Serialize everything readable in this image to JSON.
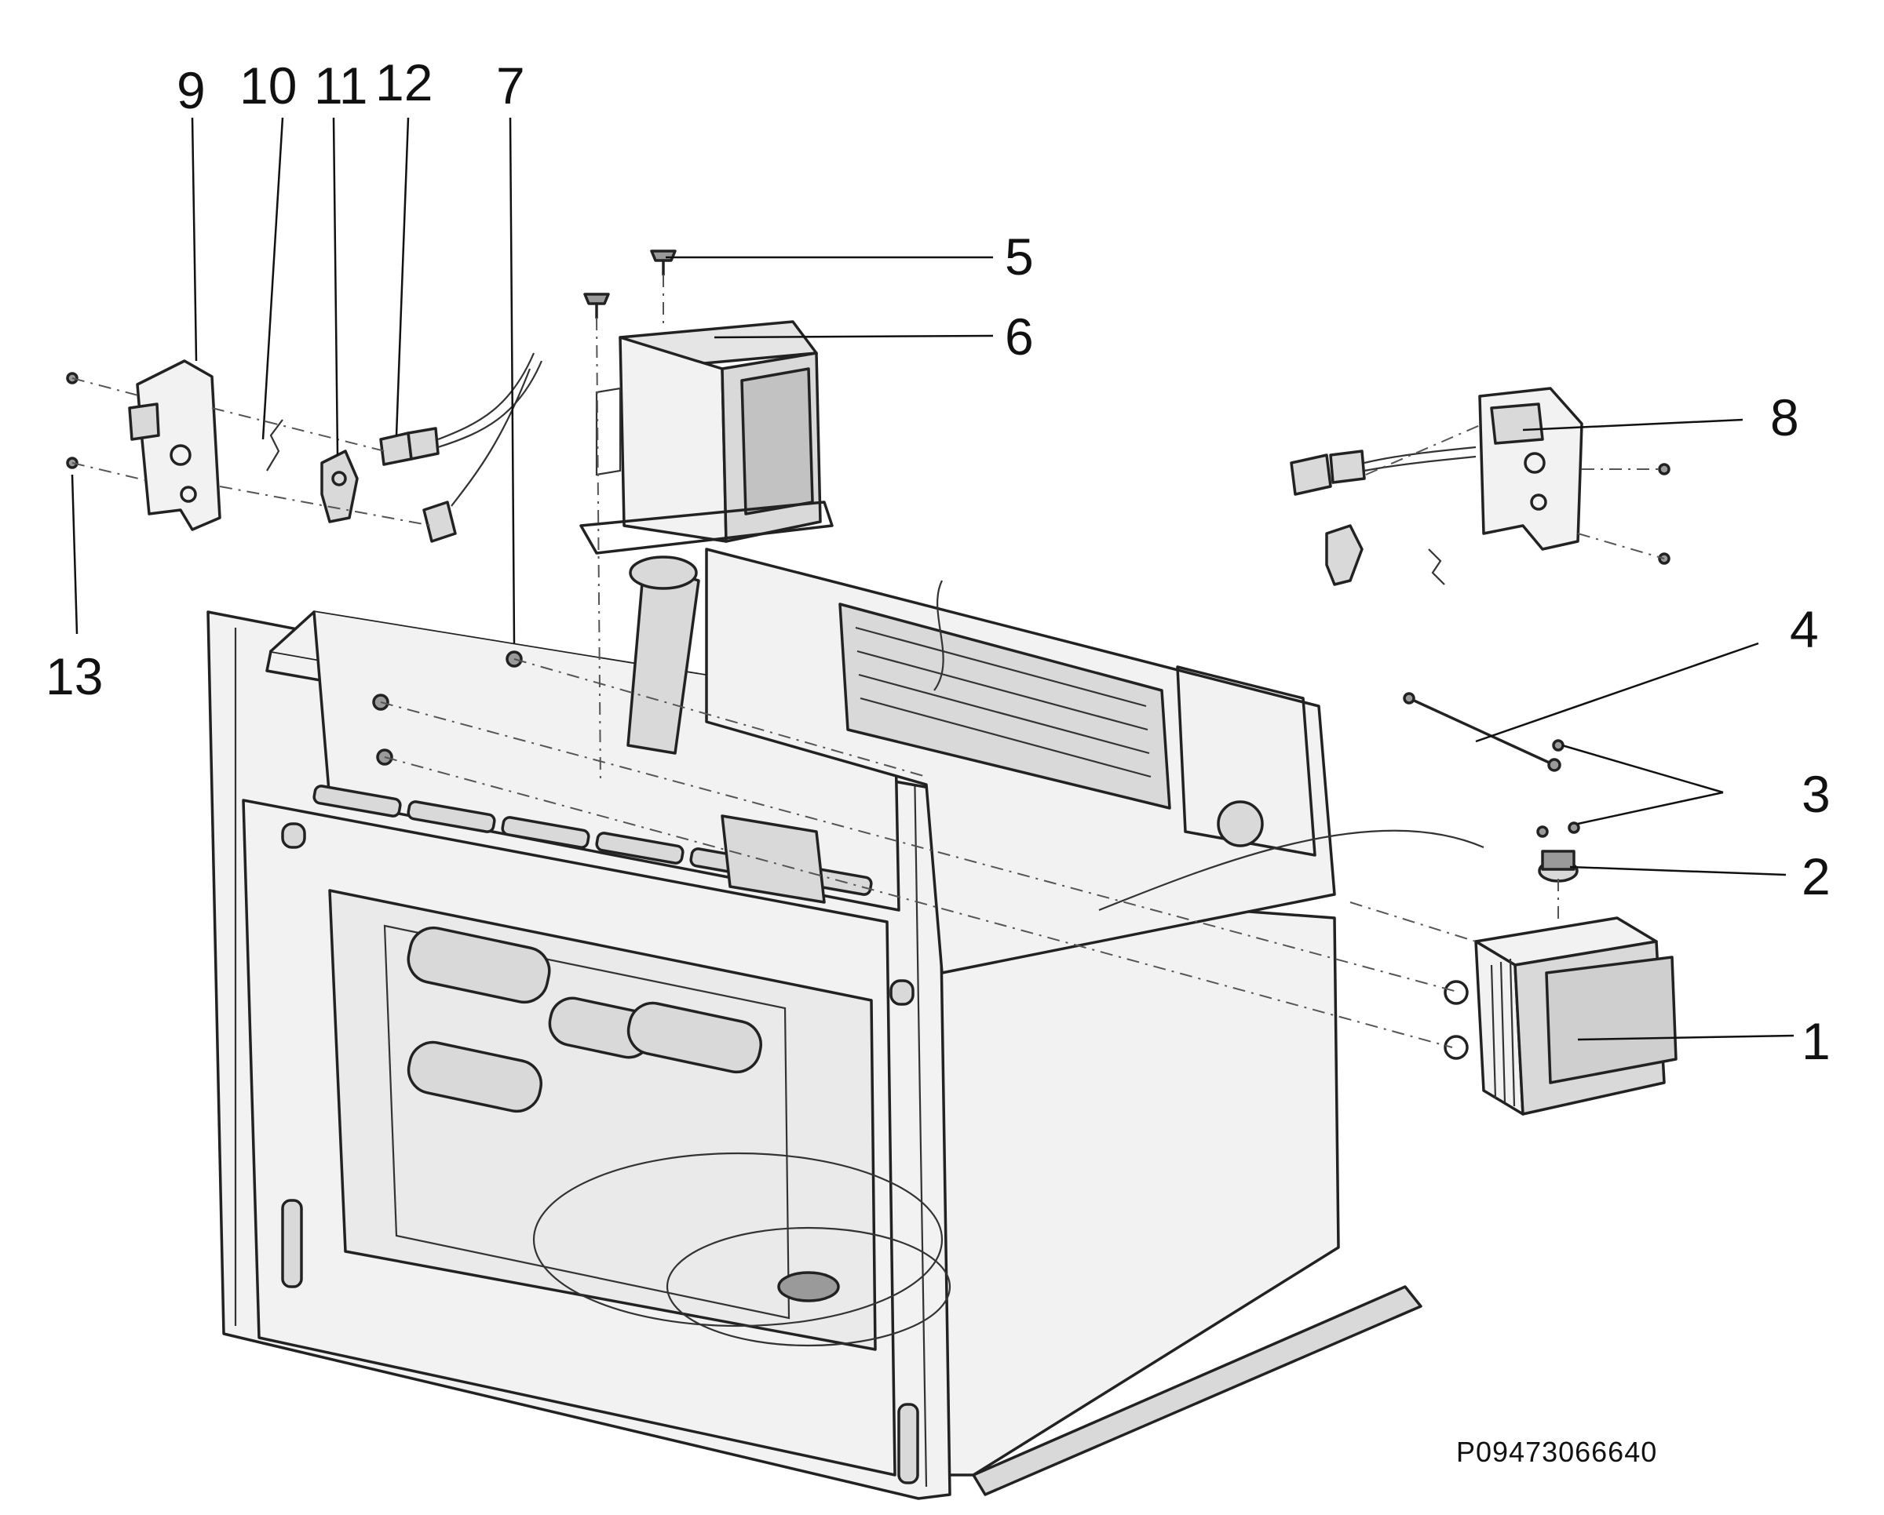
{
  "callouts": [
    {
      "id": "1",
      "label": "1"
    },
    {
      "id": "2",
      "label": "2"
    },
    {
      "id": "3",
      "label": "3"
    },
    {
      "id": "4",
      "label": "4"
    },
    {
      "id": "5",
      "label": "5"
    },
    {
      "id": "6",
      "label": "6"
    },
    {
      "id": "7",
      "label": "7"
    },
    {
      "id": "8",
      "label": "8"
    },
    {
      "id": "9",
      "label": "9"
    },
    {
      "id": "10",
      "label": "10"
    },
    {
      "id": "11",
      "label": "11"
    },
    {
      "id": "12",
      "label": "12"
    },
    {
      "id": "13",
      "label": "13"
    }
  ],
  "document_id": "P09473066640"
}
